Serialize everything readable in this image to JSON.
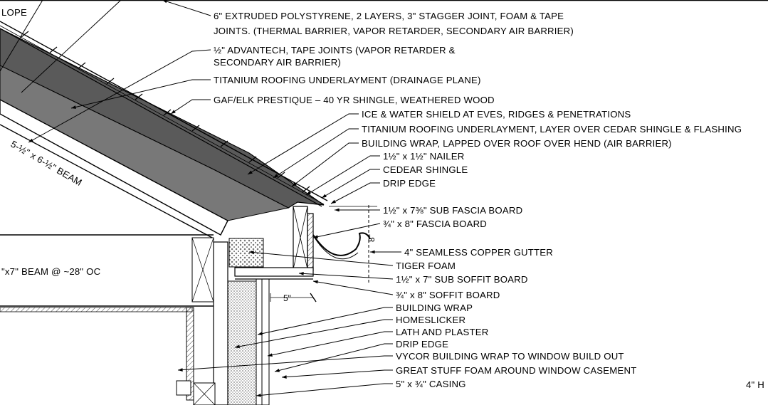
{
  "corner_labels": {
    "slope_fragment": "LOPE",
    "beam_left": "\"x7\" BEAM @ ~28\" OC",
    "dim_right_fragment": "4\" H"
  },
  "dimensions": {
    "beam_diagonal": "5-½\" x 6-½\" BEAM",
    "soffit_width": "5\"",
    "fascia_height": "8\""
  },
  "callouts": [
    {
      "id": "c-eps",
      "lines": [
        "6\" EXTRUDED POLYSTYRENE, 2 LAYERS, 3\" STAGGER JOINT, FOAM & TAPE",
        "JOINTS. (THERMAL BARRIER, VAPOR RETARDER, SECONDARY AIR BARRIER)"
      ]
    },
    {
      "id": "c-advantech",
      "lines": [
        "½\" ADVANTECH, TAPE JOINTS (VAPOR RETARDER &",
        "SECONDARY AIR BARRIER)"
      ]
    },
    {
      "id": "c-underlay",
      "lines": [
        "TITANIUM ROOFING UNDERLAYMENT (DRAINAGE PLANE)"
      ]
    },
    {
      "id": "c-shingle",
      "lines": [
        "GAF/ELK PRESTIQUE – 40 YR SHINGLE, WEATHERED WOOD"
      ]
    },
    {
      "id": "c-icewater",
      "lines": [
        "ICE & WATER SHIELD AT EVES, RIDGES & PENETRATIONS"
      ]
    },
    {
      "id": "c-underlay2",
      "lines": [
        "TITANIUM ROOFING UNDERLAYMENT, LAYER OVER CEDAR SHINGLE & FLASHING"
      ]
    },
    {
      "id": "c-bwrap",
      "lines": [
        "BUILDING WRAP, LAPPED OVER ROOF OVER HEND (AIR BARRIER)"
      ]
    },
    {
      "id": "c-nailer",
      "lines": [
        "1½\" x 1½\" NAILER"
      ]
    },
    {
      "id": "c-cedar",
      "lines": [
        "CEDEAR SHINGLE"
      ]
    },
    {
      "id": "c-drip1",
      "lines": [
        "DRIP EDGE"
      ]
    },
    {
      "id": "c-subfascia",
      "lines": [
        "1½\" x 7⅜\" SUB FASCIA BOARD"
      ]
    },
    {
      "id": "c-fascia",
      "lines": [
        "¾\" x 8\" FASCIA BOARD"
      ]
    },
    {
      "id": "c-gutter",
      "lines": [
        "4\" SEAMLESS COPPER GUTTER"
      ]
    },
    {
      "id": "c-tiger",
      "lines": [
        "TIGER FOAM"
      ]
    },
    {
      "id": "c-subsoffit",
      "lines": [
        "1½\" x 7\" SUB SOFFIT BOARD"
      ]
    },
    {
      "id": "c-soffit",
      "lines": [
        "¾\" x 8\" SOFFIT BOARD"
      ]
    },
    {
      "id": "c-bwrap2",
      "lines": [
        "BUILDING WRAP"
      ]
    },
    {
      "id": "c-homeslicker",
      "lines": [
        "HOMESLICKER"
      ]
    },
    {
      "id": "c-lath",
      "lines": [
        "LATH AND PLASTER"
      ]
    },
    {
      "id": "c-drip2",
      "lines": [
        "DRIP EDGE"
      ]
    },
    {
      "id": "c-vycor",
      "lines": [
        "VYCOR BUILDING WRAP TO WINDOW BUILD OUT"
      ]
    },
    {
      "id": "c-greatstuff",
      "lines": [
        "GREAT STUFF FOAM AROUND WINDOW CASEMENT"
      ]
    },
    {
      "id": "c-casing",
      "lines": [
        "5\" x ¾\" CASING"
      ]
    }
  ]
}
